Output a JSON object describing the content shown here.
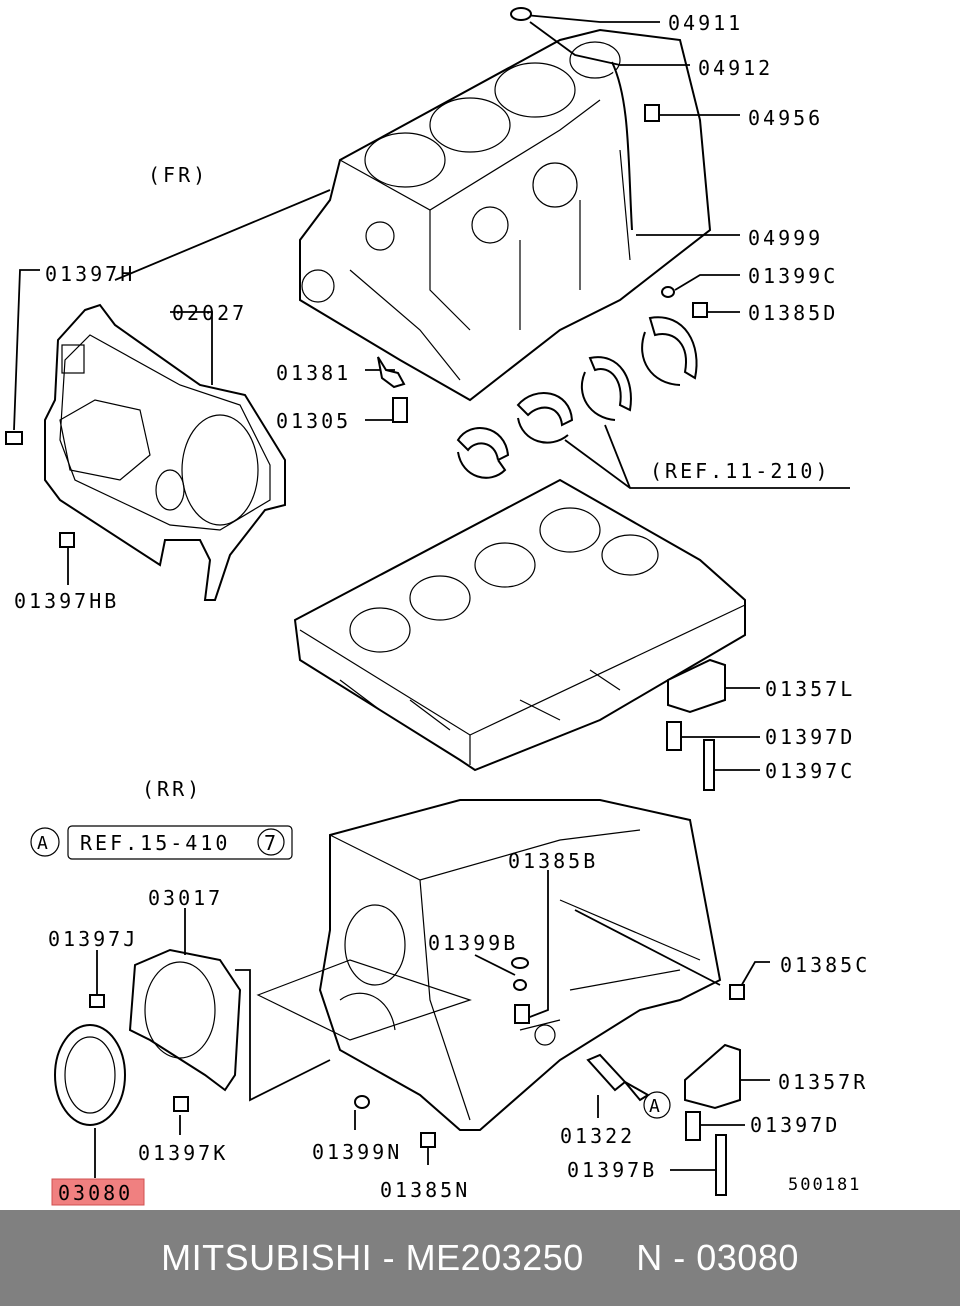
{
  "labels": {
    "p04911": "04911",
    "p04912": "04912",
    "p04956": "04956",
    "p04999": "04999",
    "p01399C": "01399C",
    "p01385D": "01385D",
    "p01397H": "01397H",
    "p02027": "02027",
    "p01381": "01381",
    "p01305": "01305",
    "p01397HB": "01397HB",
    "p01357L": "01357L",
    "p01397D_top": "01397D",
    "p01397C": "01397C",
    "p03017": "03017",
    "p01397J": "01397J",
    "p01385B": "01385B",
    "p01399B": "01399B",
    "p01385C": "01385C",
    "p01357R": "01357R",
    "p01397D_bot": "01397D",
    "p01397K": "01397K",
    "p01399N": "01399N",
    "p01385N": "01385N",
    "p01322": "01322",
    "p01397B": "01397B",
    "p03080": "03080"
  },
  "views": {
    "front": "(FR)",
    "rear": "(RR)"
  },
  "refs": {
    "ref_11_210": "(REF.11-210)",
    "ref_15_410_text": "REF.15-410",
    "ref_15_410_num": "7",
    "marker_a": "A"
  },
  "diagram_code": "500181",
  "highlight": {
    "part": "03080",
    "color": "#f08080"
  },
  "footer": {
    "text": "MITSUBISHI - ME203250     N - 03080"
  }
}
